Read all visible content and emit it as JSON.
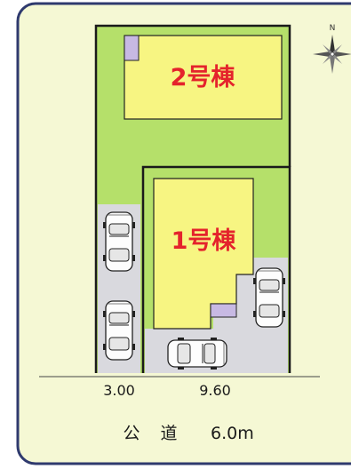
{
  "buildings": [
    {
      "label": "2号棟"
    },
    {
      "label": "1号棟"
    }
  ],
  "road": {
    "frontage_left": "3.00",
    "frontage_right": "9.60",
    "label_prefix": "公",
    "label_main": "道",
    "width_text": "6.0m"
  },
  "compass": {
    "north": "N"
  },
  "colors": {
    "background": "#f5f8d4",
    "frame": "#2f3a6e",
    "lawn": "#b5e06a",
    "building": "#f7f582",
    "annex": "#c7b9e3",
    "parking": "#d9d9de",
    "building_label": "#e4232c",
    "lot_line": "#1a1a1a"
  },
  "icons": {
    "compass": "compass-rose-icon",
    "car": "car-icon"
  }
}
